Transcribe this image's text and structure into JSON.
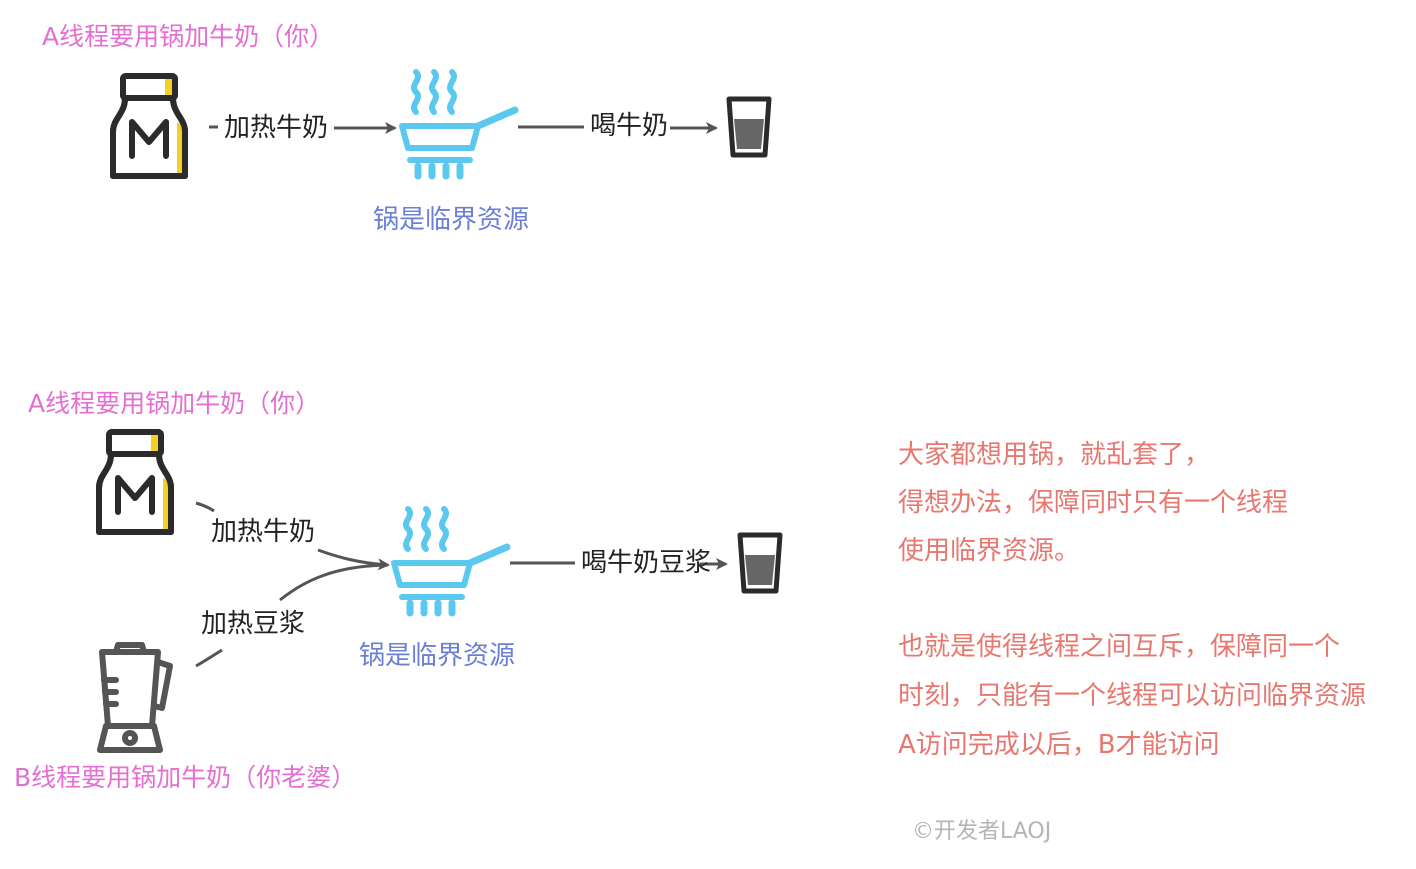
{
  "scenario_a": {
    "thread_label": "A线程要用锅加牛奶（你）",
    "action_label": "加热牛奶",
    "result_label": "喝牛奶",
    "resource_label": "锅是临界资源"
  },
  "scenario_b": {
    "thread_a_label": "A线程要用锅加牛奶（你）",
    "action_milk_label": "加热牛奶",
    "action_soy_label": "加热豆浆",
    "result_label": "喝牛奶豆浆",
    "resource_label": "锅是临界资源",
    "thread_b_label": "B线程要用锅加牛奶（你老婆）"
  },
  "notes": {
    "line1": "大家都想用锅，就乱套了，",
    "line2": "得想办法，保障同时只有一个线程",
    "line3": "使用临界资源。",
    "line4": "也就是使得线程之间互斥，保障同一个",
    "line5": "时刻，只能有一个线程可以访问临界资源",
    "line6": "A访问完成以后，B才能访问"
  },
  "watermark": "©开发者LAOJ",
  "colors": {
    "thread_label": "#e46fd0",
    "resource": "#5bc8f0",
    "resource_label": "#6b7fd7",
    "note": "#e8776f",
    "icon_dark": "#2b2b2b",
    "icon_accent": "#f5d020",
    "arrow": "#555555"
  },
  "icons": [
    "milk-bottle-icon",
    "steaming-pan-icon",
    "glass-icon",
    "blender-icon"
  ]
}
